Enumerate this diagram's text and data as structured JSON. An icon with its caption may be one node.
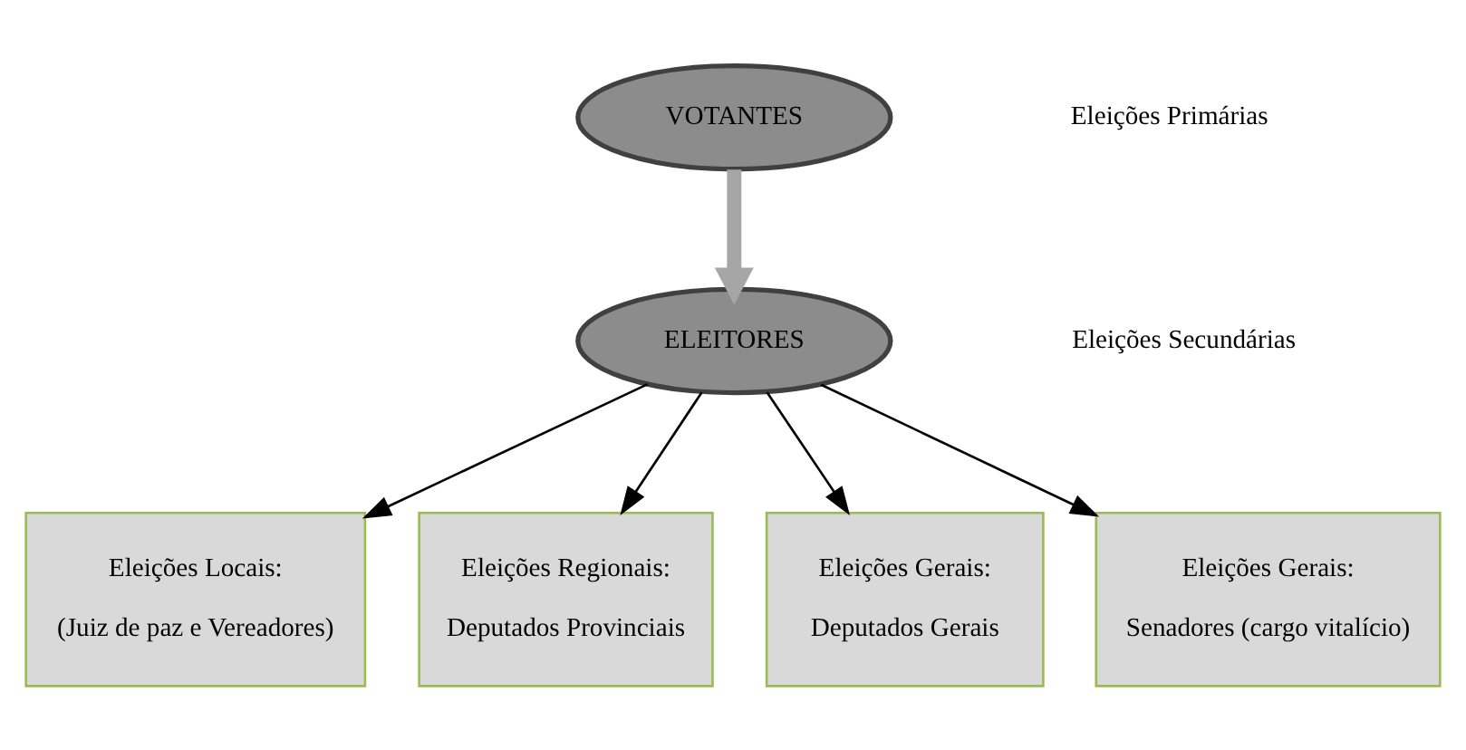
{
  "diagram": {
    "nodes": [
      {
        "text": [
          "VOTANTES"
        ]
      },
      {
        "text": [
          "ELEITORES"
        ]
      },
      {
        "text": [
          "Eleições Locais:",
          "(Juiz de paz e Vereadores)"
        ]
      },
      {
        "text": [
          "Eleições Regionais:",
          "Deputados Provinciais"
        ]
      },
      {
        "text": [
          "Eleições Gerais:",
          "Deputados Gerais"
        ]
      },
      {
        "text": [
          "Eleições Gerais:",
          "Senadores (cargo vitalício)"
        ]
      }
    ],
    "edges": [
      {
        "from": 0,
        "to": 1,
        "arrow": "to",
        "style": "thick",
        "color": "#a6a6a6"
      },
      {
        "from": 1,
        "to": 2,
        "arrow": "to"
      },
      {
        "from": 1,
        "to": 3,
        "arrow": "to"
      },
      {
        "from": 1,
        "to": 4,
        "arrow": "to"
      },
      {
        "from": 1,
        "to": 5,
        "arrow": "to"
      }
    ],
    "labels": [
      "Eleições Primárias",
      "Eleições Secundárias"
    ]
  }
}
